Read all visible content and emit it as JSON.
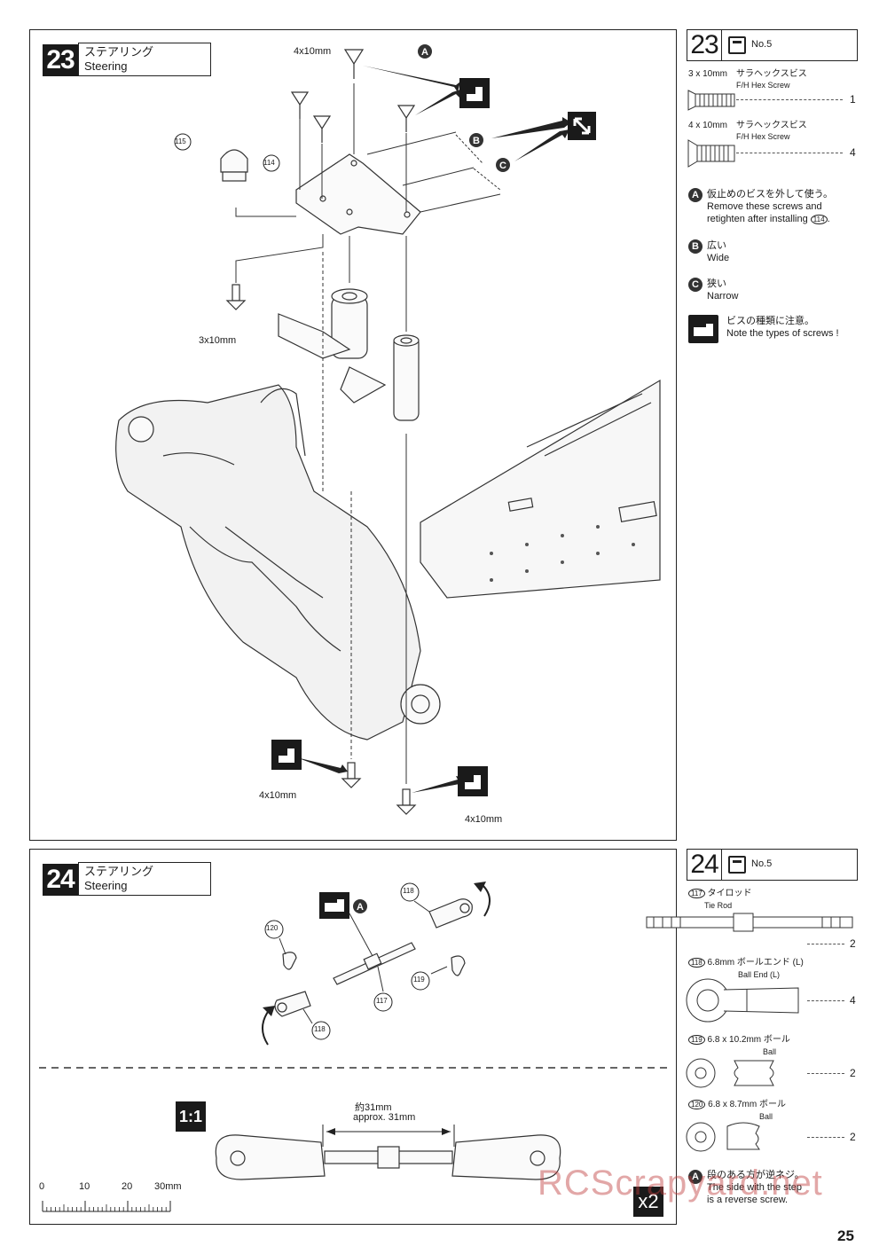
{
  "step23": {
    "number": "23",
    "title_jp": "ステアリング",
    "title_en": "Steering",
    "bag": "No.5",
    "labels": {
      "top_screws": "4x10mm",
      "left_screw": "3x10mm",
      "bottom_left": "4x10mm",
      "bottom_right": "4x10mm",
      "part_115": "115",
      "part_114": "114"
    },
    "parts": [
      {
        "size": "3 x 10mm",
        "name_jp": "サラヘックスビス",
        "name_en": "F/H Hex Screw",
        "qty": "1"
      },
      {
        "size": "4 x 10mm",
        "name_jp": "サラヘックスビス",
        "name_en": "F/H Hex Screw",
        "qty": "4"
      }
    ],
    "notes": {
      "A_jp": "仮止めのビスを外して使う。",
      "A_en1": "Remove these screws and",
      "A_en2": "retighten after installing",
      "A_part": "114",
      "B_jp": "広い",
      "B_en": "Wide",
      "C_jp": "狭い",
      "C_en": "Narrow",
      "D_jp": "ビスの種類に注意。",
      "D_en": "Note the types of screws !"
    }
  },
  "step24": {
    "number": "24",
    "title_jp": "ステアリング",
    "title_en": "Steering",
    "bag": "No.5",
    "labels": {
      "p120": "120",
      "p118a": "118",
      "p118b": "118",
      "p117": "117",
      "p119": "119",
      "scale_label": "1:1",
      "dim_jp": "約31mm",
      "dim_en": "approx. 31mm",
      "multiplier": "x2",
      "ruler": [
        "0",
        "10",
        "20",
        "30mm"
      ]
    },
    "parts": [
      {
        "num": "117",
        "name_jp": "タイロッド",
        "name_en": "Tie Rod",
        "qty": "2"
      },
      {
        "num": "118",
        "name_jp": "6.8mm ボールエンド (L)",
        "name_en": "Ball End (L)",
        "qty": "4"
      },
      {
        "num": "119",
        "name_jp": "6.8 x 10.2mm ボール",
        "name_en": "Ball",
        "qty": "2"
      },
      {
        "num": "120",
        "name_jp": "6.8 x 8.7mm ボール",
        "name_en": "Ball",
        "qty": "2"
      }
    ],
    "notes": {
      "A_jp": "段のある方が逆ネジ。",
      "A_en1": "The side with the step",
      "A_en2": "is a reverse screw."
    }
  },
  "footer": {
    "page_number": "25",
    "watermark": "RCScrapyard.net"
  },
  "colors": {
    "ink": "#1a1a1a",
    "watermark": "#be3c3c"
  }
}
